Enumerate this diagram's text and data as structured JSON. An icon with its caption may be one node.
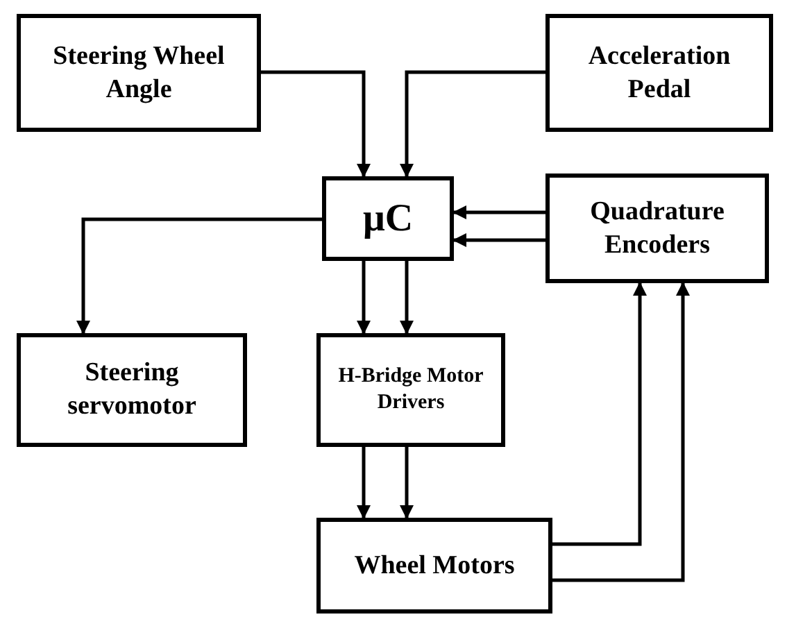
{
  "diagram": {
    "nodes": [
      {
        "text": [
          "Steering Wheel Angle"
        ]
      },
      {
        "text": [
          "Acceleration Pedal"
        ]
      },
      {
        "text": [
          "μC"
        ]
      },
      {
        "text": [
          "Quadrature Encoders"
        ]
      },
      {
        "text": [
          "Steering servomotor"
        ]
      },
      {
        "text": [
          "H-Bridge Motor Drivers"
        ]
      },
      {
        "text": [
          "Wheel Motors"
        ]
      }
    ],
    "edges": [
      {
        "from": 0,
        "to": 2,
        "arrow": "to"
      },
      {
        "from": 1,
        "to": 2,
        "arrow": "to"
      },
      {
        "from": 3,
        "to": 2,
        "arrow": "to"
      },
      {
        "from": 3,
        "to": 2,
        "arrow": "to"
      },
      {
        "from": 2,
        "to": 4,
        "arrow": "to"
      },
      {
        "from": 2,
        "to": 5,
        "arrow": "to"
      },
      {
        "from": 2,
        "to": 5,
        "arrow": "to"
      },
      {
        "from": 5,
        "to": 6,
        "arrow": "to"
      },
      {
        "from": 5,
        "to": 6,
        "arrow": "to"
      },
      {
        "from": 6,
        "to": 3,
        "arrow": "to"
      },
      {
        "from": 6,
        "to": 3,
        "arrow": "to"
      }
    ]
  }
}
